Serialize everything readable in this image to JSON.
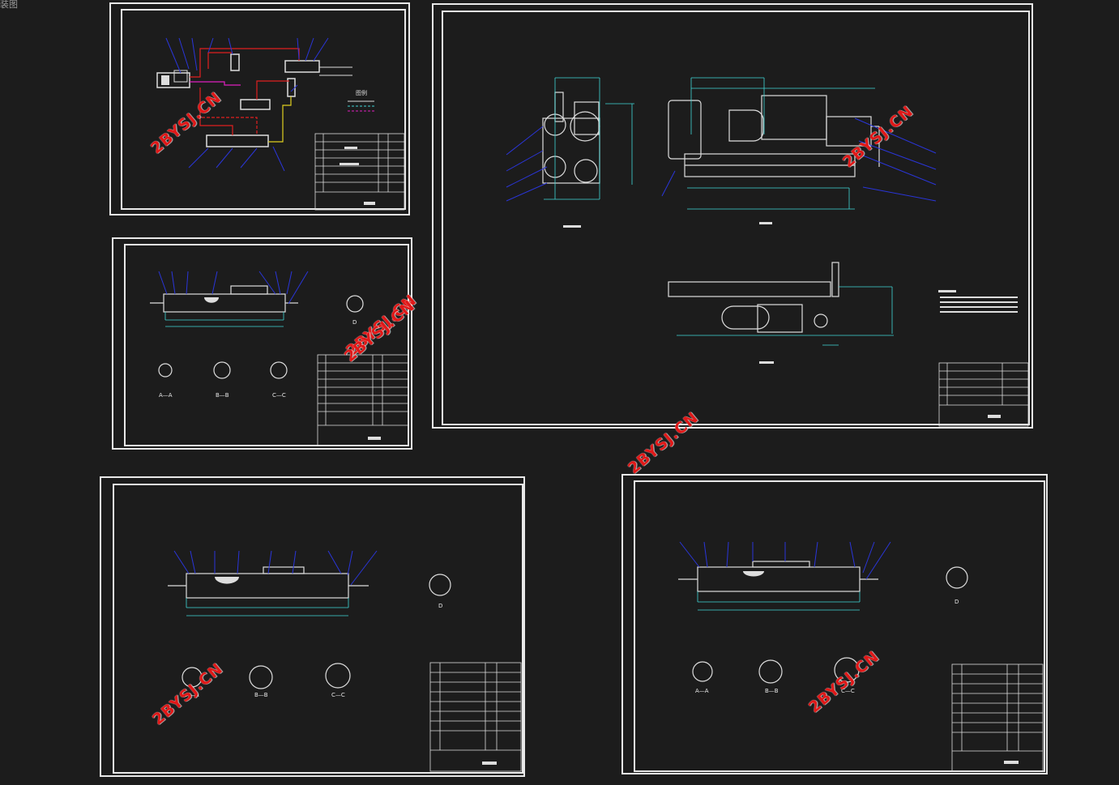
{
  "corner_label": "装图",
  "watermark": "2BYSJ.CN",
  "section_labels": {
    "aa": "A—A",
    "bb": "B—B",
    "cc": "C—C",
    "d": "D"
  },
  "colors": {
    "background": "#1c1c1c",
    "frame": "#e8e8e8",
    "leader": "#2a35d8",
    "dimension": "#3fd6d6",
    "pipe_red": "#e02020",
    "pipe_yellow": "#e0d020",
    "pipe_magenta": "#e020c0",
    "watermark": "#e01818"
  }
}
